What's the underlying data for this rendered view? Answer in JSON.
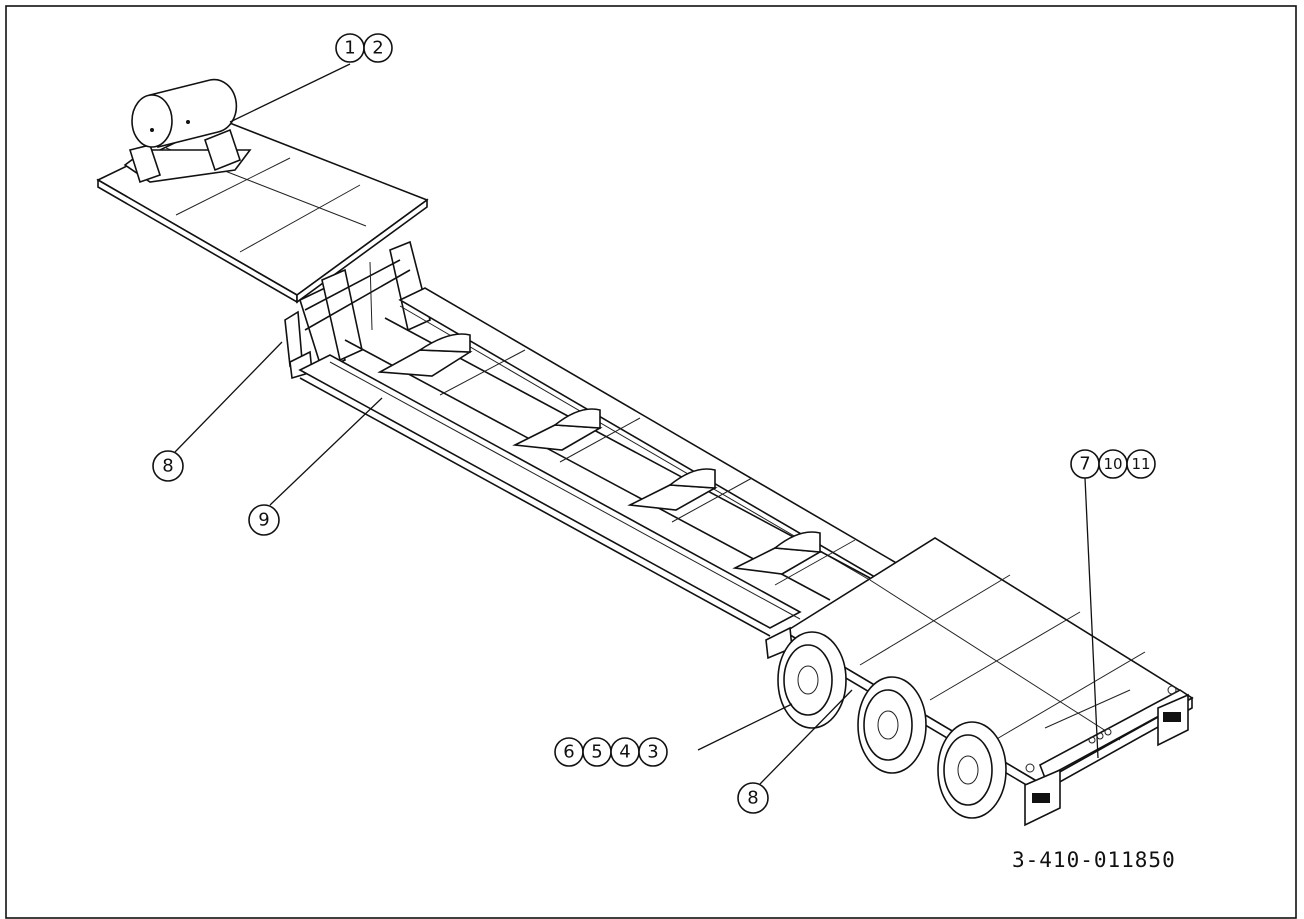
{
  "drawing_number": "3-410-011850",
  "callouts": {
    "top": [
      "1",
      "2"
    ],
    "left_upper": "8",
    "left_lower": "9",
    "right_top": [
      "7",
      "10",
      "11"
    ],
    "bottom_group": [
      "6",
      "5",
      "4",
      "3"
    ],
    "bottom_single": "8"
  }
}
